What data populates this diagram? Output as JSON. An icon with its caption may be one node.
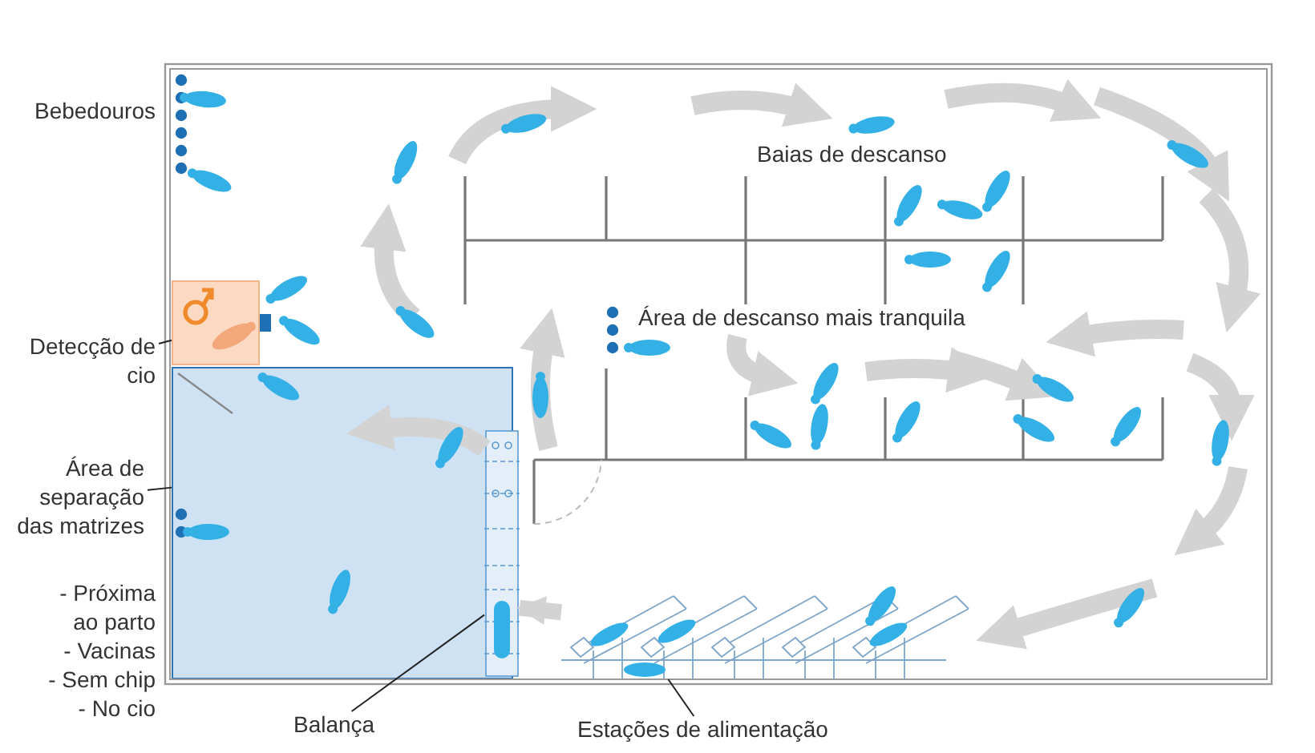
{
  "diagram": {
    "nodes": [
      {
        "text": [
          "Detecção de cio"
        ]
      },
      {
        "text": [],
        "shape": "box"
      },
      {
        "text": [
          "Área de separação das matrizes"
        ]
      },
      {
        "text": [],
        "shape": "box"
      },
      {
        "text": [
          "Balança"
        ]
      },
      {
        "text": [],
        "shape": "picture"
      },
      {
        "text": [
          "Estações de alimentação"
        ]
      },
      {
        "text": [],
        "shape": "picture"
      }
    ],
    "edges": [
      {
        "from": 0,
        "to": 1,
        "arrow": "none"
      },
      {
        "from": 2,
        "to": 3,
        "arrow": "none"
      },
      {
        "from": 4,
        "to": 5,
        "arrow": "none"
      },
      {
        "from": 6,
        "to": 7,
        "arrow": "none"
      },
      {
        "from": 7,
        "to": 5,
        "arrow": "to",
        "style": "thick",
        "color": "#d3d3d3"
      }
    ],
    "labels": [
      "Bebedouros",
      "Baias de descanso",
      "Área de descanso mais tranquila",
      "- Próxima ao parto",
      "- Vacinas",
      "- Sem chip",
      "- No cio"
    ]
  }
}
